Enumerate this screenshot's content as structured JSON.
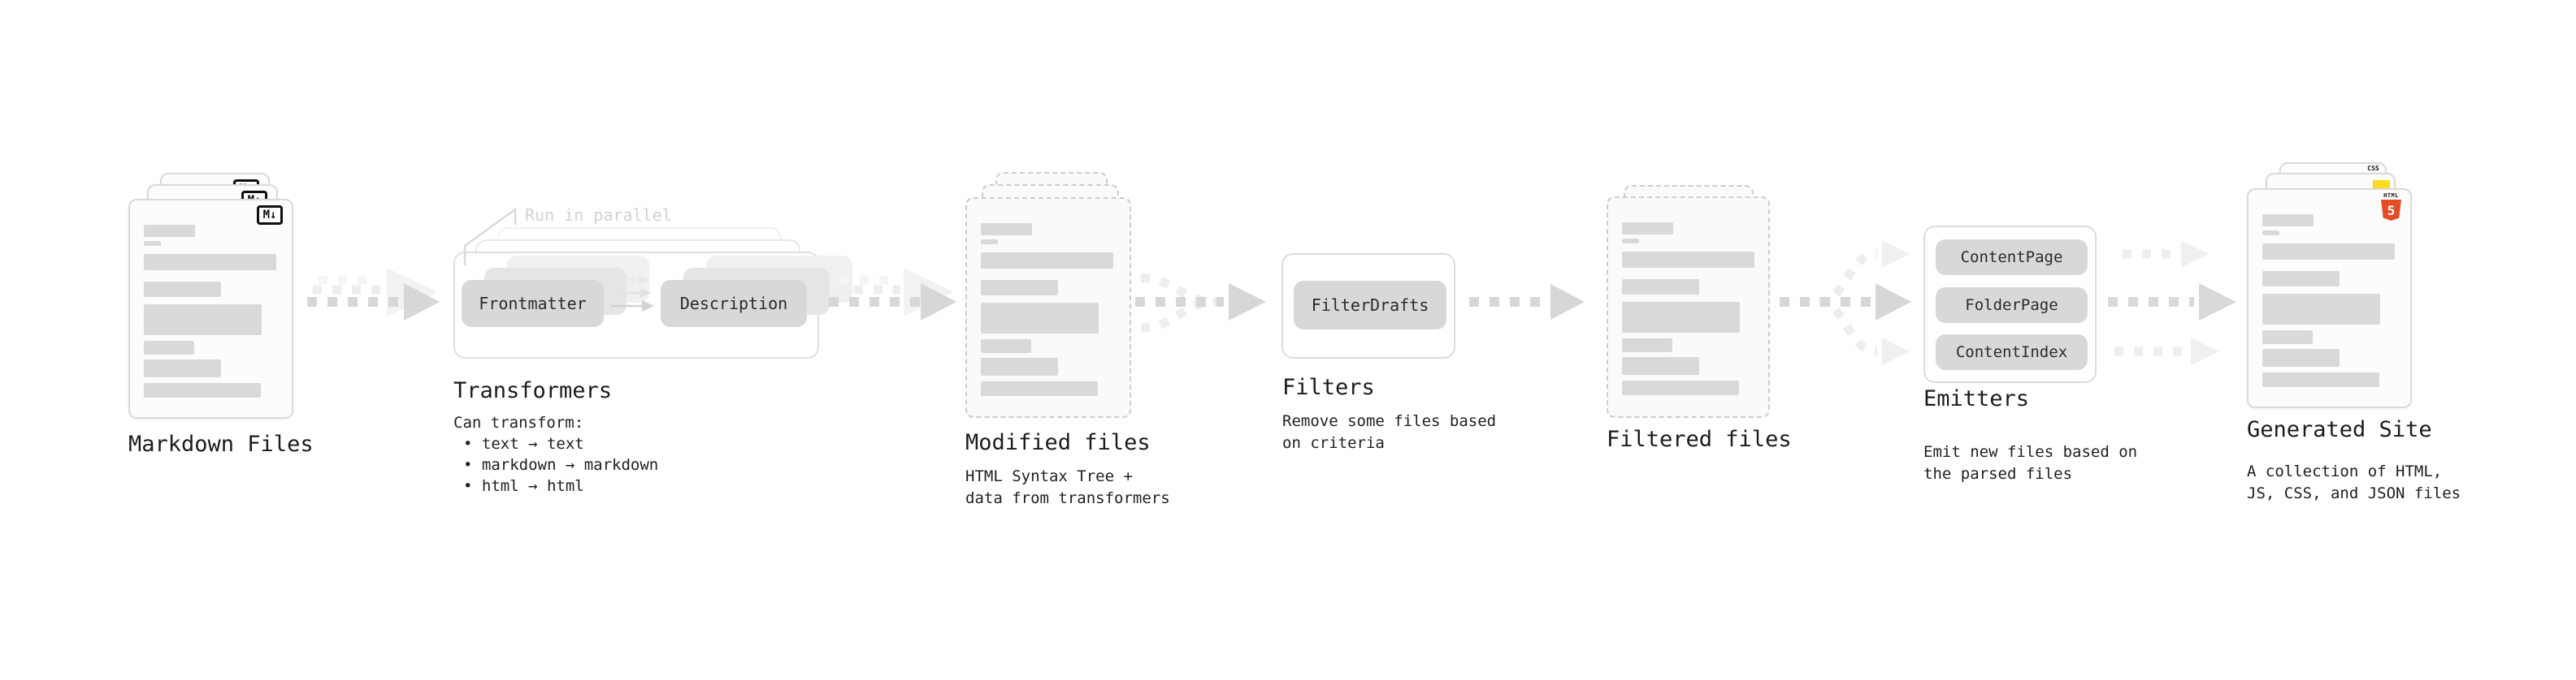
{
  "stages": {
    "markdown_files": {
      "label": "Markdown Files"
    },
    "transformers": {
      "annotation": "Run in parallel",
      "node_frontmatter": "Frontmatter",
      "node_description": "Description",
      "label": "Transformers",
      "desc_title": "Can transform:",
      "bullets": [
        "• text → text",
        "• markdown → markdown",
        "• html → html"
      ]
    },
    "modified_files": {
      "label": "Modified files",
      "desc": "HTML Syntax Tree +\ndata from transformers"
    },
    "filters": {
      "node": "FilterDrafts",
      "label": "Filters",
      "desc": "Remove some files based\non criteria"
    },
    "filtered_files": {
      "label": "Filtered files"
    },
    "emitters": {
      "nodes": [
        "ContentPage",
        "FolderPage",
        "ContentIndex"
      ],
      "label": "Emitters",
      "desc": "Emit new files based on\nthe parsed files"
    },
    "generated_site": {
      "label": "Generated Site",
      "desc": "A collection of HTML,\nJS, CSS, and JSON files"
    }
  },
  "badges": {
    "markdown": "M↓",
    "html5_text": "HTML",
    "html5_number": "5",
    "css": "CSS"
  },
  "colors": {
    "html5_orange": "#e44d26",
    "js_yellow": "#f7df1e",
    "css_blue": "#2b63e8",
    "node_fill": "#d8d8d8",
    "bar_fill": "#d9d9d9",
    "arrow_gray": "#d7d7d7"
  }
}
